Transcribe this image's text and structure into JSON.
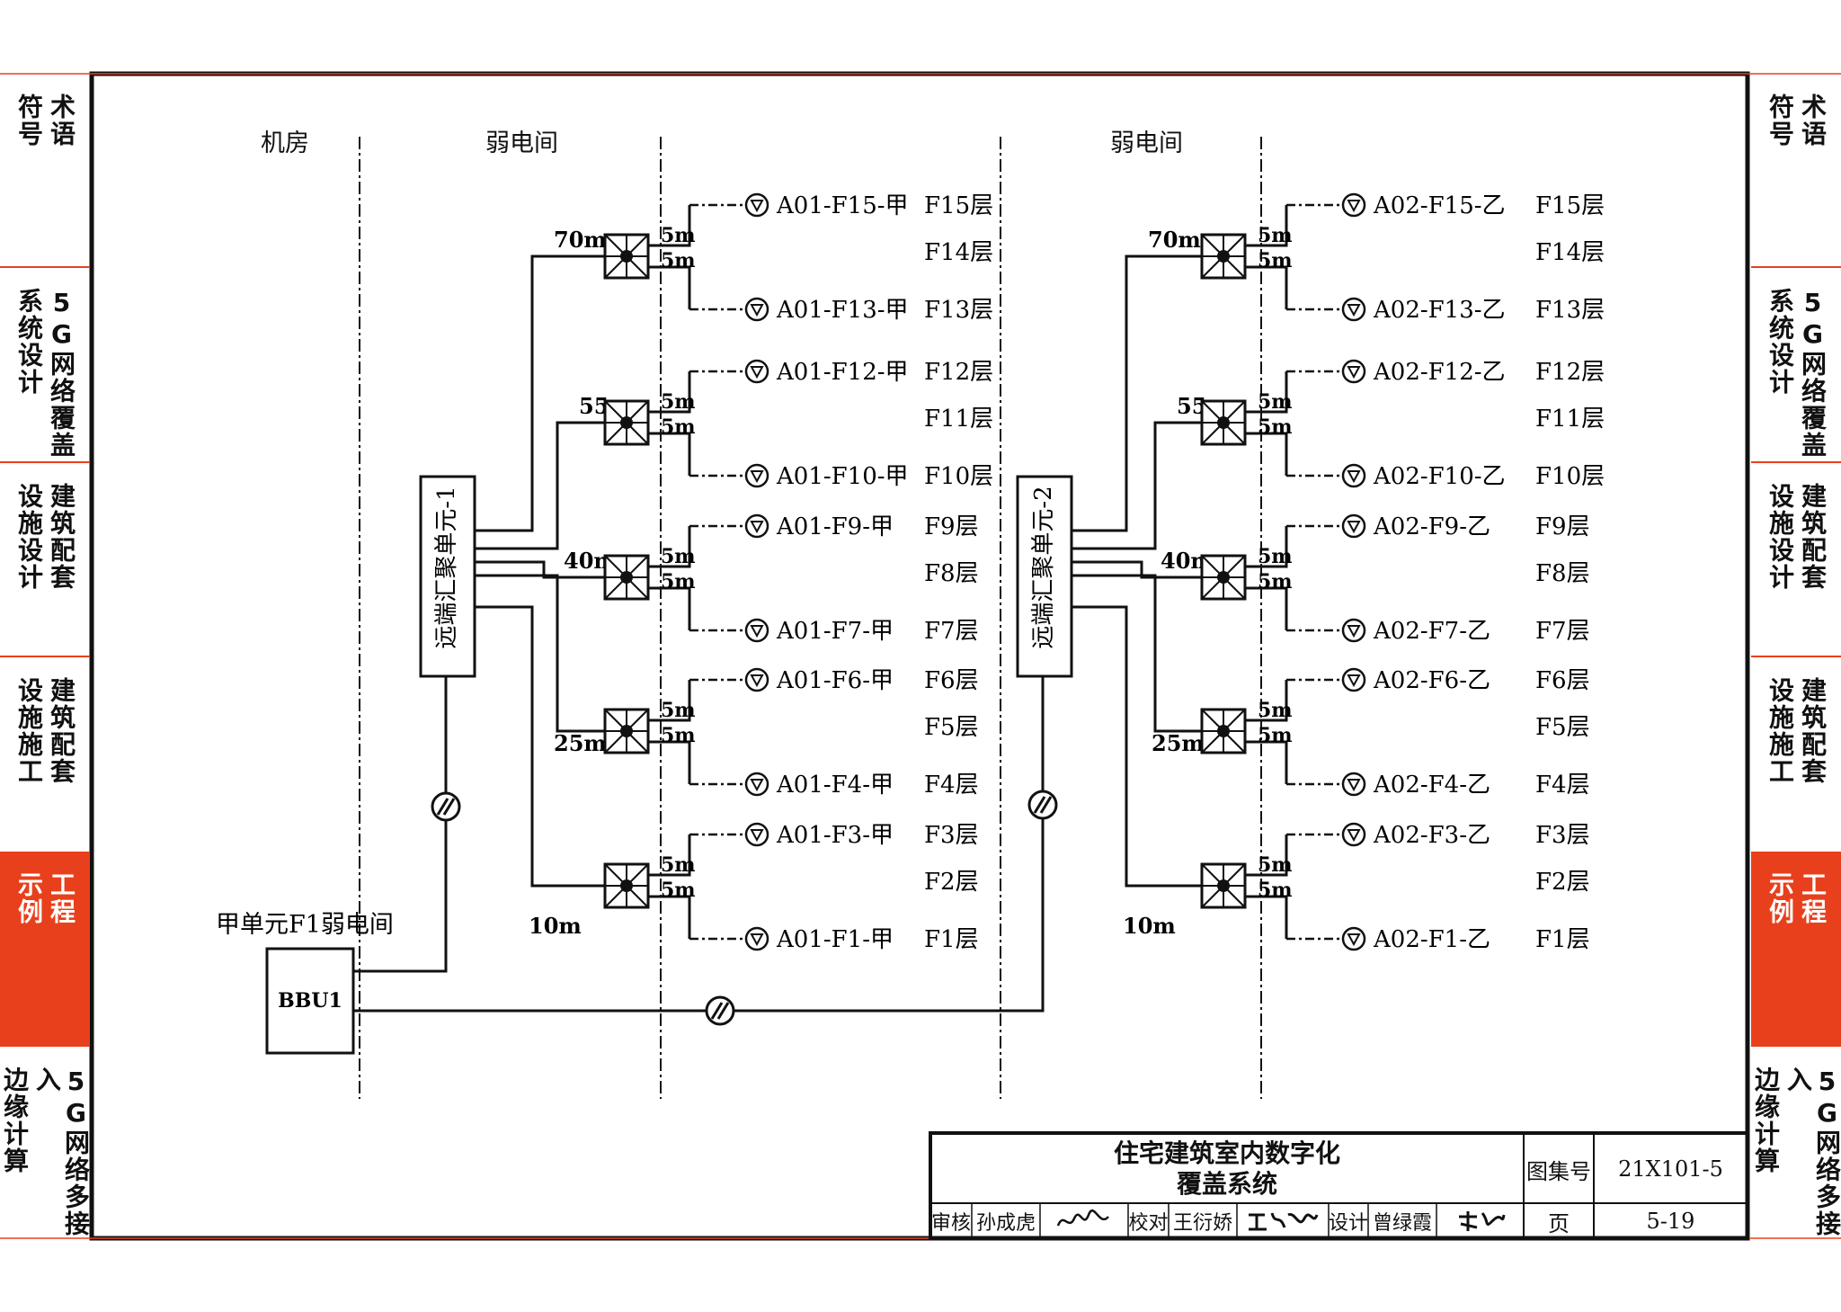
{
  "side_tabs": [
    {
      "id": "terms",
      "columns": [
        "术语",
        "符号"
      ],
      "active": false
    },
    {
      "id": "5g-design",
      "columns": [
        "5G网络覆盖",
        "系统设计"
      ],
      "active": false
    },
    {
      "id": "building-design",
      "columns": [
        "建筑配套",
        "设施设计"
      ],
      "active": false
    },
    {
      "id": "building-construction",
      "columns": [
        "建筑配套",
        "设施施工"
      ],
      "active": false
    },
    {
      "id": "examples",
      "columns": [
        "工程",
        "示例"
      ],
      "active": true
    },
    {
      "id": "5g-edge",
      "columns": [
        "5G网络多接入",
        "边缘计算"
      ],
      "active": false
    }
  ],
  "zones": {
    "machine_room": "机房",
    "weak_room_left": "弱电间",
    "weak_room_right": "弱电间"
  },
  "left_building": {
    "unit_label": "远端汇聚单元-1",
    "branches": [
      {
        "distance": "70m",
        "upper": {
          "len": "5m",
          "ant": "A01-F15-甲",
          "floor": "F15层"
        },
        "mid_floor": "F14层",
        "lower": {
          "len": "5m",
          "ant": "A01-F13-甲",
          "floor": "F13层"
        }
      },
      {
        "distance": "55m",
        "upper": {
          "len": "5m",
          "ant": "A01-F12-甲",
          "floor": "F12层"
        },
        "mid_floor": "F11层",
        "lower": {
          "len": "5m",
          "ant": "A01-F10-甲",
          "floor": "F10层"
        }
      },
      {
        "distance": "40m",
        "upper": {
          "len": "5m",
          "ant": "A01-F9-甲",
          "floor": "F9层"
        },
        "mid_floor": "F8层",
        "lower": {
          "len": "5m",
          "ant": "A01-F7-甲",
          "floor": "F7层"
        }
      },
      {
        "distance": "25m",
        "upper": {
          "len": "5m",
          "ant": "A01-F6-甲",
          "floor": "F6层"
        },
        "mid_floor": "F5层",
        "lower": {
          "len": "5m",
          "ant": "A01-F4-甲",
          "floor": "F4层"
        }
      },
      {
        "distance": "10m",
        "upper": {
          "len": "5m",
          "ant": "A01-F3-甲",
          "floor": "F3层"
        },
        "mid_floor": "F2层",
        "lower": {
          "len": "5m",
          "ant": "A01-F1-甲",
          "floor": "F1层"
        }
      }
    ]
  },
  "right_building": {
    "unit_label": "远端汇聚单元-2",
    "branches": [
      {
        "distance": "70m",
        "upper": {
          "len": "5m",
          "ant": "A02-F15-乙",
          "floor": "F15层"
        },
        "mid_floor": "F14层",
        "lower": {
          "len": "5m",
          "ant": "A02-F13-乙",
          "floor": "F13层"
        }
      },
      {
        "distance": "55m",
        "upper": {
          "len": "5m",
          "ant": "A02-F12-乙",
          "floor": "F12层"
        },
        "mid_floor": "F11层",
        "lower": {
          "len": "5m",
          "ant": "A02-F10-乙",
          "floor": "F10层"
        }
      },
      {
        "distance": "40m",
        "upper": {
          "len": "5m",
          "ant": "A02-F9-乙",
          "floor": "F9层"
        },
        "mid_floor": "F8层",
        "lower": {
          "len": "5m",
          "ant": "A02-F7-乙",
          "floor": "F7层"
        }
      },
      {
        "distance": "25m",
        "upper": {
          "len": "5m",
          "ant": "A02-F6-乙",
          "floor": "F6层"
        },
        "mid_floor": "F5层",
        "lower": {
          "len": "5m",
          "ant": "A02-F4-乙",
          "floor": "F4层"
        }
      },
      {
        "distance": "10m",
        "upper": {
          "len": "5m",
          "ant": "A02-F3-乙",
          "floor": "F3层"
        },
        "mid_floor": "F2层",
        "lower": {
          "len": "5m",
          "ant": "A02-F1-乙",
          "floor": "F1层"
        }
      }
    ]
  },
  "bbu": {
    "label": "BBU1",
    "room_label": "甲单元F1弱电间"
  },
  "title_block": {
    "title_line1": "住宅建筑室内数字化",
    "title_line2": "覆盖系统",
    "atlas_label": "图集号",
    "atlas_number": "21X101-5",
    "page_label": "页",
    "page_number": "5-19",
    "review_label": "审核",
    "reviewer": "孙成虎",
    "check_label": "校对",
    "checker": "王衍娇",
    "design_label": "设计",
    "designer": "曾绿霞",
    "signatures": [
      "孙成虎",
      "王衍娇",
      "曾绿霞"
    ]
  },
  "colors": {
    "accent": "#e8401c",
    "line": "#111111"
  }
}
